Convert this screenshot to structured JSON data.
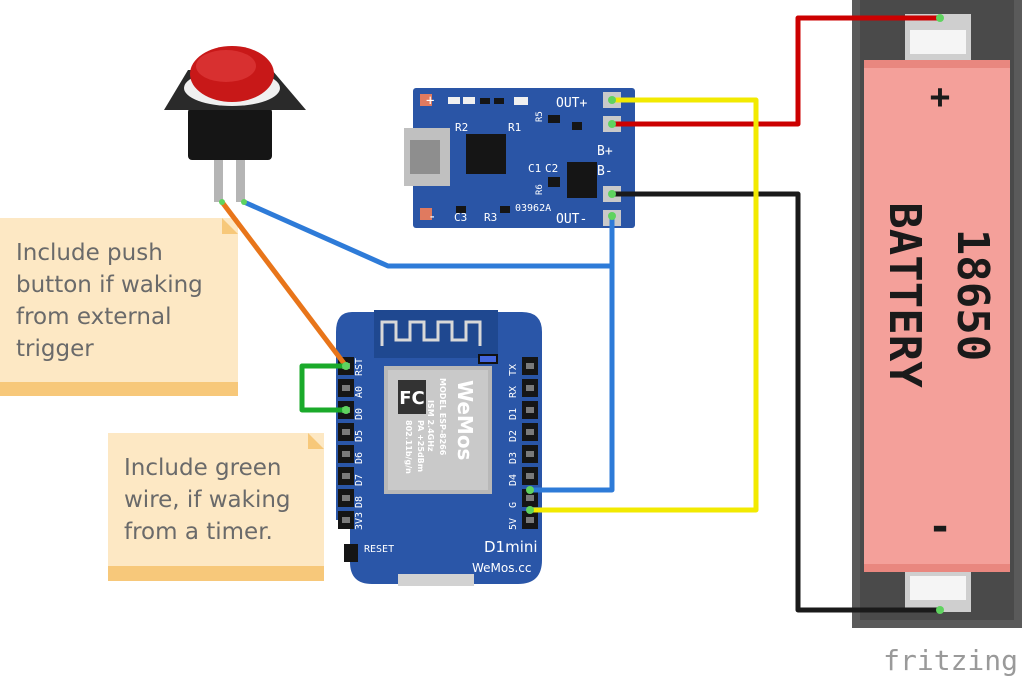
{
  "notes": {
    "push_button": [
      "Include push",
      "button if waking",
      "from external",
      "trigger"
    ],
    "green_wire": [
      "Include green",
      "wire, if waking",
      "from a timer."
    ]
  },
  "charger": {
    "labels": {
      "out_plus": "OUT+",
      "b_plus": "B+",
      "b_minus": "B-",
      "out_minus": "OUT-",
      "r2": "R2",
      "r1": "R1",
      "r5": "R5",
      "c1": "C1",
      "c2": "C2",
      "r6": "R6",
      "c3": "C3",
      "r3": "R3",
      "code": "03962A",
      "plus": "+",
      "minus": "-"
    }
  },
  "d1mini": {
    "left_pins": [
      "RST",
      "A0",
      "D0",
      "D5",
      "D6",
      "D7",
      "D8",
      "3V3"
    ],
    "right_pins": [
      "TX",
      "RX",
      "D1",
      "D2",
      "D3",
      "D4",
      "G",
      "5V"
    ],
    "reset_label": "RESET",
    "brand": "D1mini",
    "url": "WeMos.cc",
    "module": {
      "model": "MODEL ESP-8266",
      "ism": "ISM 2.4GHz",
      "pa": "PA +25dBm",
      "wifi": "802.11b/g/n",
      "logo": "WeMos",
      "fcc": "FC"
    }
  },
  "battery": {
    "label_line1": "18650",
    "label_line2": "BATTERY",
    "plus": "+",
    "minus": "-"
  },
  "watermark": "fritzing",
  "colors": {
    "red_wire": "#cc0000",
    "black_wire": "#1a1a1a",
    "yellow_wire": "#f2ea00",
    "blue_wire": "#2e7bd8",
    "orange_wire": "#e8751a",
    "green_wire": "#1aaa2a",
    "charger_pcb": "#2a55a6",
    "d1_pcb": "#2a56a8",
    "battery_body": "#f4a09a",
    "note_bg": "#fde8c4",
    "note_edge": "#f7c87a"
  }
}
